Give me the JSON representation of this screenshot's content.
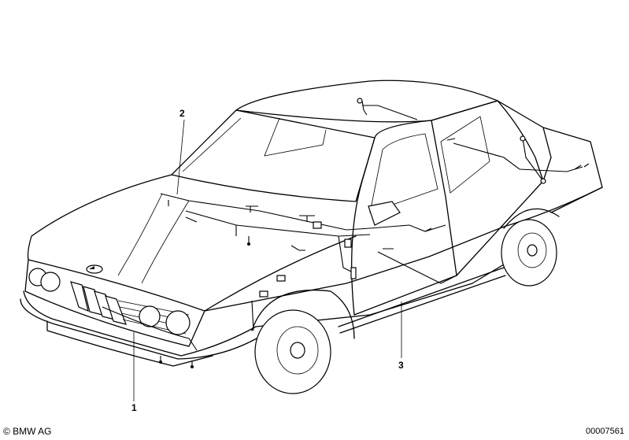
{
  "callouts": [
    {
      "id": "1",
      "label": "1"
    },
    {
      "id": "2",
      "label": "2"
    },
    {
      "id": "3",
      "label": "3"
    }
  ],
  "footer": {
    "copyright": "© BMW AG",
    "doc_number": "00007561"
  }
}
